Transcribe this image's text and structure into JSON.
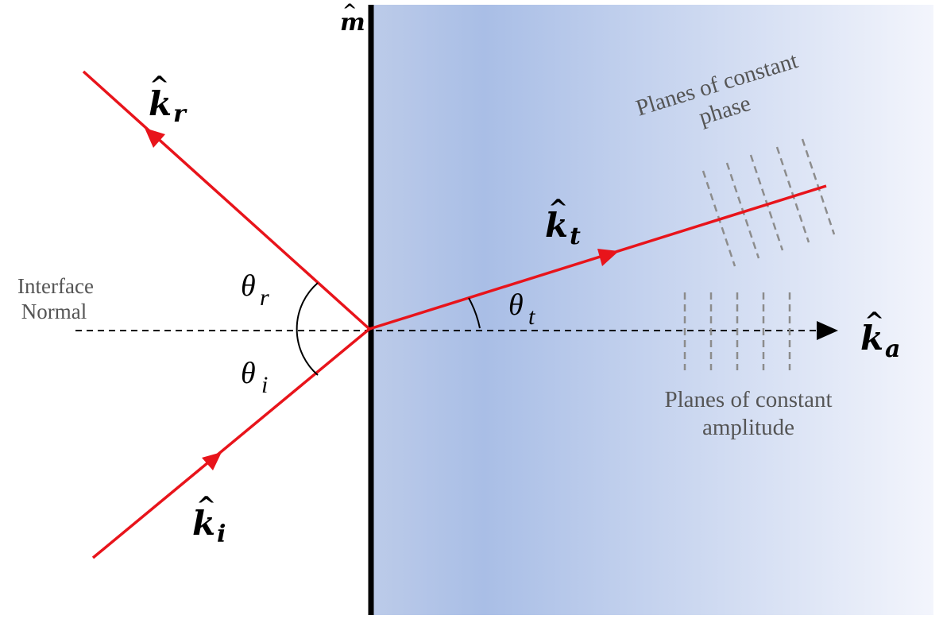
{
  "labels": {
    "m_hat": "m",
    "k_r": "k",
    "k_r_sub": "r",
    "k_i": "k",
    "k_i_sub": "i",
    "k_t": "k",
    "k_t_sub": "t",
    "k_a": "k",
    "k_a_sub": "a",
    "theta": "θ",
    "theta_r_sub": "r",
    "theta_i_sub": "i",
    "theta_t_sub": "t",
    "interface_normal_line1": "Interface",
    "interface_normal_line2": "Normal",
    "phase_line1": "Planes of constant",
    "phase_line2": "phase",
    "amplitude_line1": "Planes of constant",
    "amplitude_line2": "amplitude"
  },
  "colors": {
    "ray": "#e8141b",
    "interface": "#000000",
    "medium_gradient_start": "#bccbe9",
    "medium_gradient_mid": "#a9bee6",
    "medium_gradient_end": "#f3f5fc",
    "plane_lines": "#8c8c8c",
    "caption_text": "#555555"
  }
}
